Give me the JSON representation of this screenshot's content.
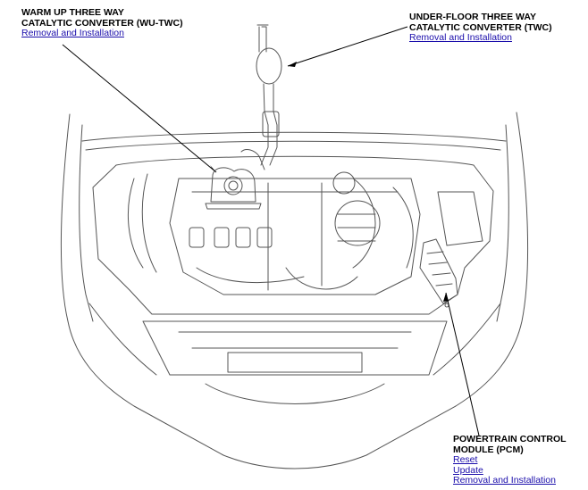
{
  "callouts": {
    "wu_twc": {
      "title_line1": "WARM UP THREE WAY",
      "title_line2": "CATALYTIC CONVERTER (WU-TWC)",
      "links": [
        "Removal and Installation"
      ]
    },
    "twc": {
      "title_line1": "UNDER-FLOOR THREE WAY",
      "title_line2": "CATALYTIC CONVERTER (TWC)",
      "links": [
        "Removal and Installation"
      ]
    },
    "pcm": {
      "title_line1": "POWERTRAIN CONTROL",
      "title_line2": "MODULE (PCM)",
      "links": [
        "Reset",
        "Update",
        "Removal and Installation"
      ]
    }
  },
  "colors": {
    "line": "#555555",
    "link": "#1a0dab",
    "leader": "#000000"
  }
}
